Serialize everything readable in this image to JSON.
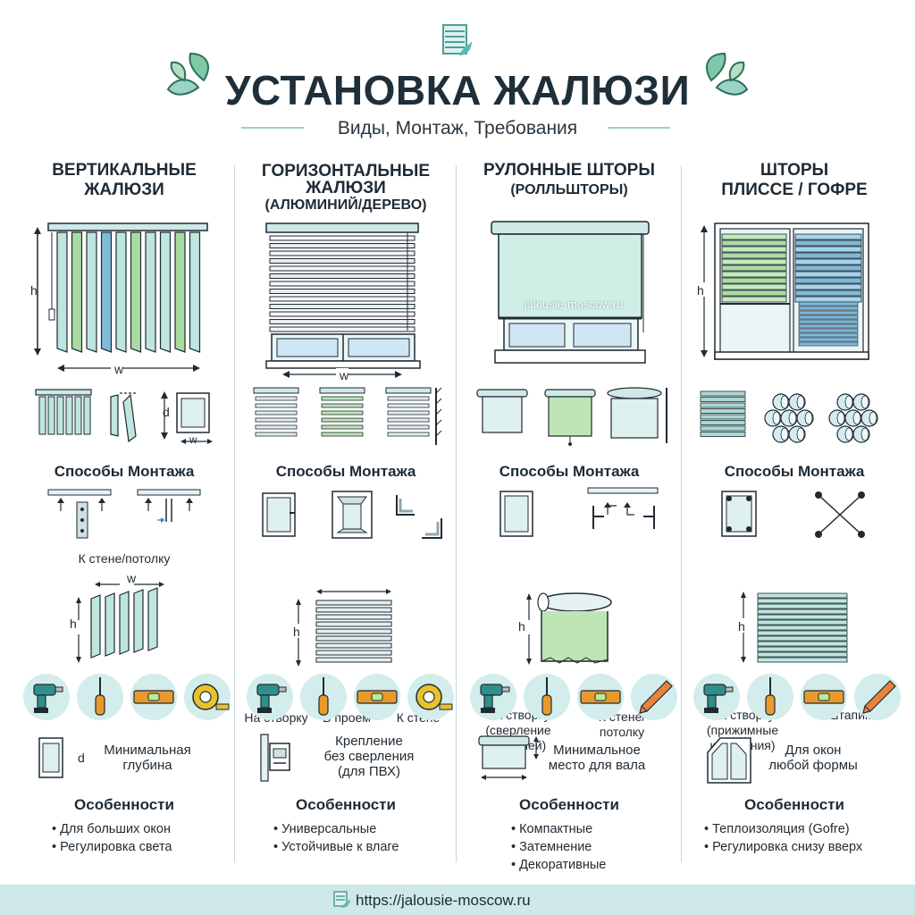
{
  "header": {
    "title": "УСТАНОВКА ЖАЛЮЗИ",
    "subtitle": "Виды, Монтаж, Требования"
  },
  "columns": [
    {
      "title_line1": "ВЕРТИКАЛЬНЫЕ",
      "title_line2": "ЖАЛЮЗИ",
      "mount_heading": "Способы Монтажа",
      "mount_label": "К стене/потолку",
      "requirement_line1": "Минимальная",
      "requirement_line2": "глубина",
      "features_heading": "Особенности",
      "features": [
        "Для больших окон",
        "Регулировка света"
      ]
    },
    {
      "title_line1": "ГОРИЗОНТАЛЬНЫЕ",
      "title_line2": "ЖАЛЮЗИ",
      "title_line3": "(АЛЮМИНИЙ/ДЕРЕВО)",
      "mount_heading": "Способы Монтажа",
      "mount_labels": [
        "На створку",
        "В проем",
        "К стене"
      ],
      "requirement_line1": "Крепление",
      "requirement_line2": "без сверления",
      "requirement_line3": "(для ПВХ)",
      "features_heading": "Особенности",
      "features": [
        "Универсальные",
        "Устойчивые к влаге"
      ]
    },
    {
      "title_line1": "РУЛОННЫЕ ШТОРЫ",
      "title_line2": "(РОЛЛЬШТОРЫ)",
      "watermark": "jalousie-moscow.ru",
      "mount_heading": "Способы Монтажа",
      "mount_label_a1": "На створку",
      "mount_label_a2": "(сверление",
      "mount_label_a3": "или клей)",
      "mount_label_b1": "К стене/",
      "mount_label_b2": "потолку",
      "requirement_line1": "Минимальное",
      "requirement_line2": "место для вала",
      "features_heading": "Особенности",
      "features": [
        "Компактные",
        "Затемнение",
        "Декоративные"
      ]
    },
    {
      "title_line1": "ШТОРЫ",
      "title_line2": "ПЛИССЕ / ГОФРЕ",
      "mount_heading": "Способы Монтажа",
      "mount_label_a1": "На створку",
      "mount_label_a2": "(прижимные",
      "mount_label_a3": "крепления)",
      "mount_label_b": "В штапик",
      "requirement_line1": "Для окон",
      "requirement_line2": "любой формы",
      "features_heading": "Особенности",
      "features": [
        "Теплоизоляция (Gofre)",
        "Регулировка снизу вверх"
      ]
    }
  ],
  "dims": {
    "h": "h",
    "w": "w",
    "d": "d"
  },
  "icons": {
    "tools_full": [
      "drill-icon",
      "screwdriver-icon",
      "level-icon",
      "tape-measure-icon"
    ],
    "tools_pencil": [
      "drill-icon",
      "screwdriver-icon",
      "level-icon",
      "pencil-icon"
    ]
  },
  "colors": {
    "teal": "#5fb8b0",
    "mint": "#bfe6de",
    "green": "#a9dca0",
    "blue": "#7fb8d8",
    "footer": "#cfe8e8",
    "dark": "#1f2f3a"
  },
  "footer": {
    "url": "https://jalousie-moscow.ru"
  }
}
